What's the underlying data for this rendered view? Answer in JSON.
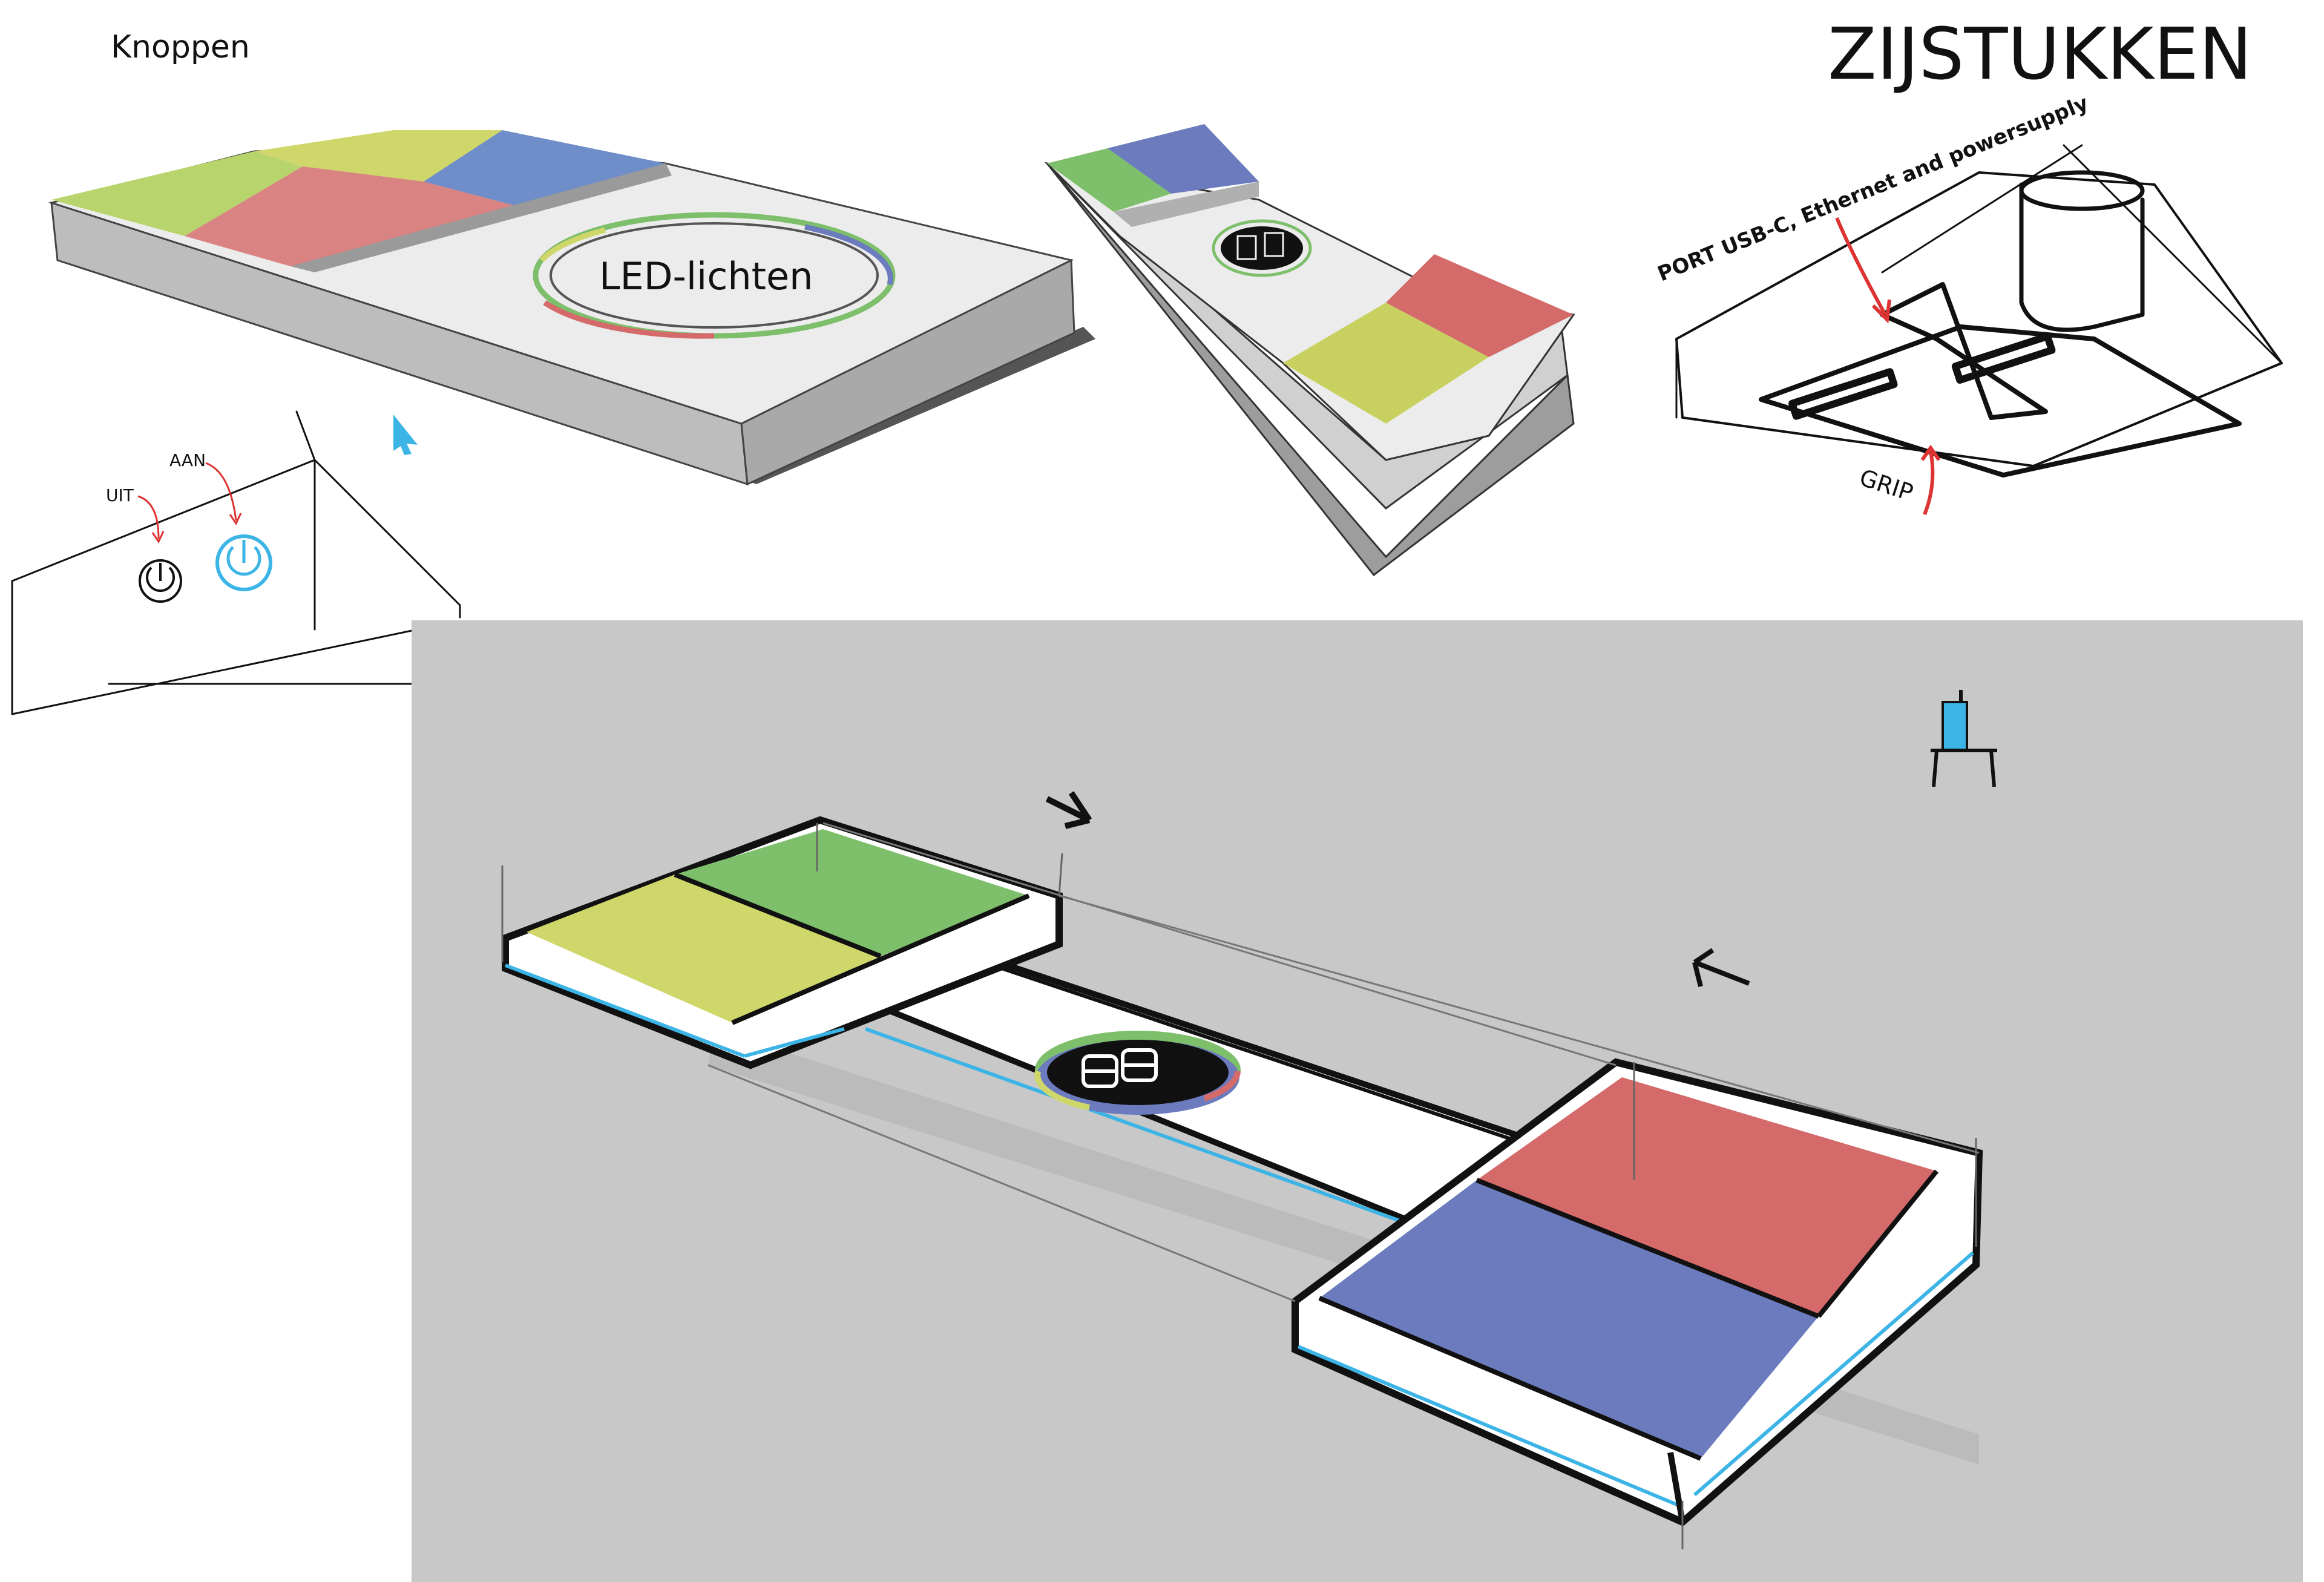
{
  "titles": {
    "main": "ZIJSTUKKEN",
    "buttons": "Knoppen"
  },
  "labels": {
    "led": "LED-lichten",
    "on": "AAN",
    "off": "UIT",
    "port": "PORT USB-C, Ethernet and powersupply",
    "grip": "GRIP"
  },
  "colors": {
    "green": "#7dbf6a",
    "light_green": "#b8d46c",
    "yellow": "#cfd66a",
    "red": "#d46a6a",
    "blue": "#6b7bbd",
    "cyan": "#3cb4e6",
    "panel_gray": "#c8c8c8",
    "background": "#ffffff"
  },
  "icons": [
    "power-off-icon",
    "power-on-icon",
    "seven-segment-display-icon",
    "cursor-icon",
    "arrow-icon",
    "chair-icon"
  ]
}
